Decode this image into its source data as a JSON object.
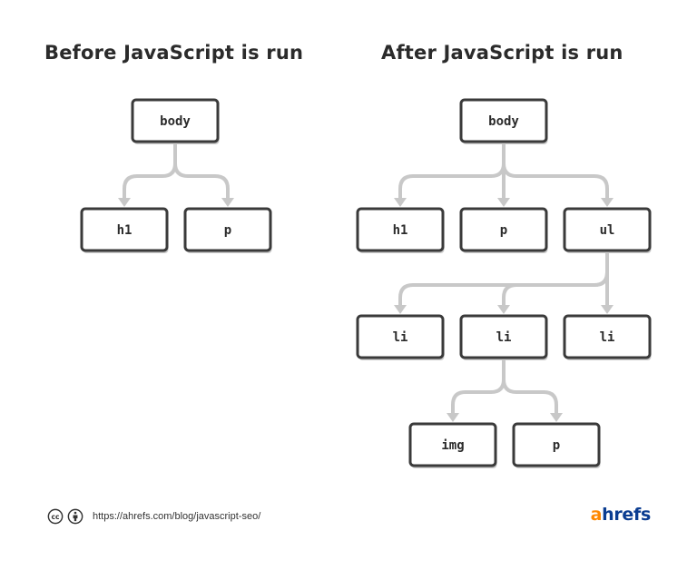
{
  "headings": {
    "before": "Before JavaScript is run",
    "after": "After JavaScript is run"
  },
  "trees": {
    "before": {
      "nodes": [
        {
          "id": "b-body",
          "label": "body"
        },
        {
          "id": "b-h1",
          "label": "h1"
        },
        {
          "id": "b-p",
          "label": "p"
        }
      ],
      "edges": [
        [
          "b-body",
          "b-h1"
        ],
        [
          "b-body",
          "b-p"
        ]
      ]
    },
    "after": {
      "nodes": [
        {
          "id": "a-body",
          "label": "body"
        },
        {
          "id": "a-h1",
          "label": "h1"
        },
        {
          "id": "a-p",
          "label": "p"
        },
        {
          "id": "a-ul",
          "label": "ul"
        },
        {
          "id": "a-li1",
          "label": "li"
        },
        {
          "id": "a-li2",
          "label": "li"
        },
        {
          "id": "a-li3",
          "label": "li"
        },
        {
          "id": "a-img",
          "label": "img"
        },
        {
          "id": "a-p2",
          "label": "p"
        }
      ],
      "edges": [
        [
          "a-body",
          "a-h1"
        ],
        [
          "a-body",
          "a-p"
        ],
        [
          "a-body",
          "a-ul"
        ],
        [
          "a-ul",
          "a-li1"
        ],
        [
          "a-ul",
          "a-li2"
        ],
        [
          "a-ul",
          "a-li3"
        ],
        [
          "a-li2",
          "a-img"
        ],
        [
          "a-li2",
          "a-p2"
        ]
      ]
    }
  },
  "footer": {
    "license_icons": [
      "creative-commons-icon",
      "attribution-icon"
    ],
    "url": "https://ahrefs.com/blog/javascript-seo/",
    "brand_first": "a",
    "brand_rest": "hrefs"
  },
  "colors": {
    "brand_orange": "#ff8800",
    "brand_blue": "#0b3d91",
    "connector": "#c8c8c8",
    "node_border": "#3a3a3a"
  }
}
